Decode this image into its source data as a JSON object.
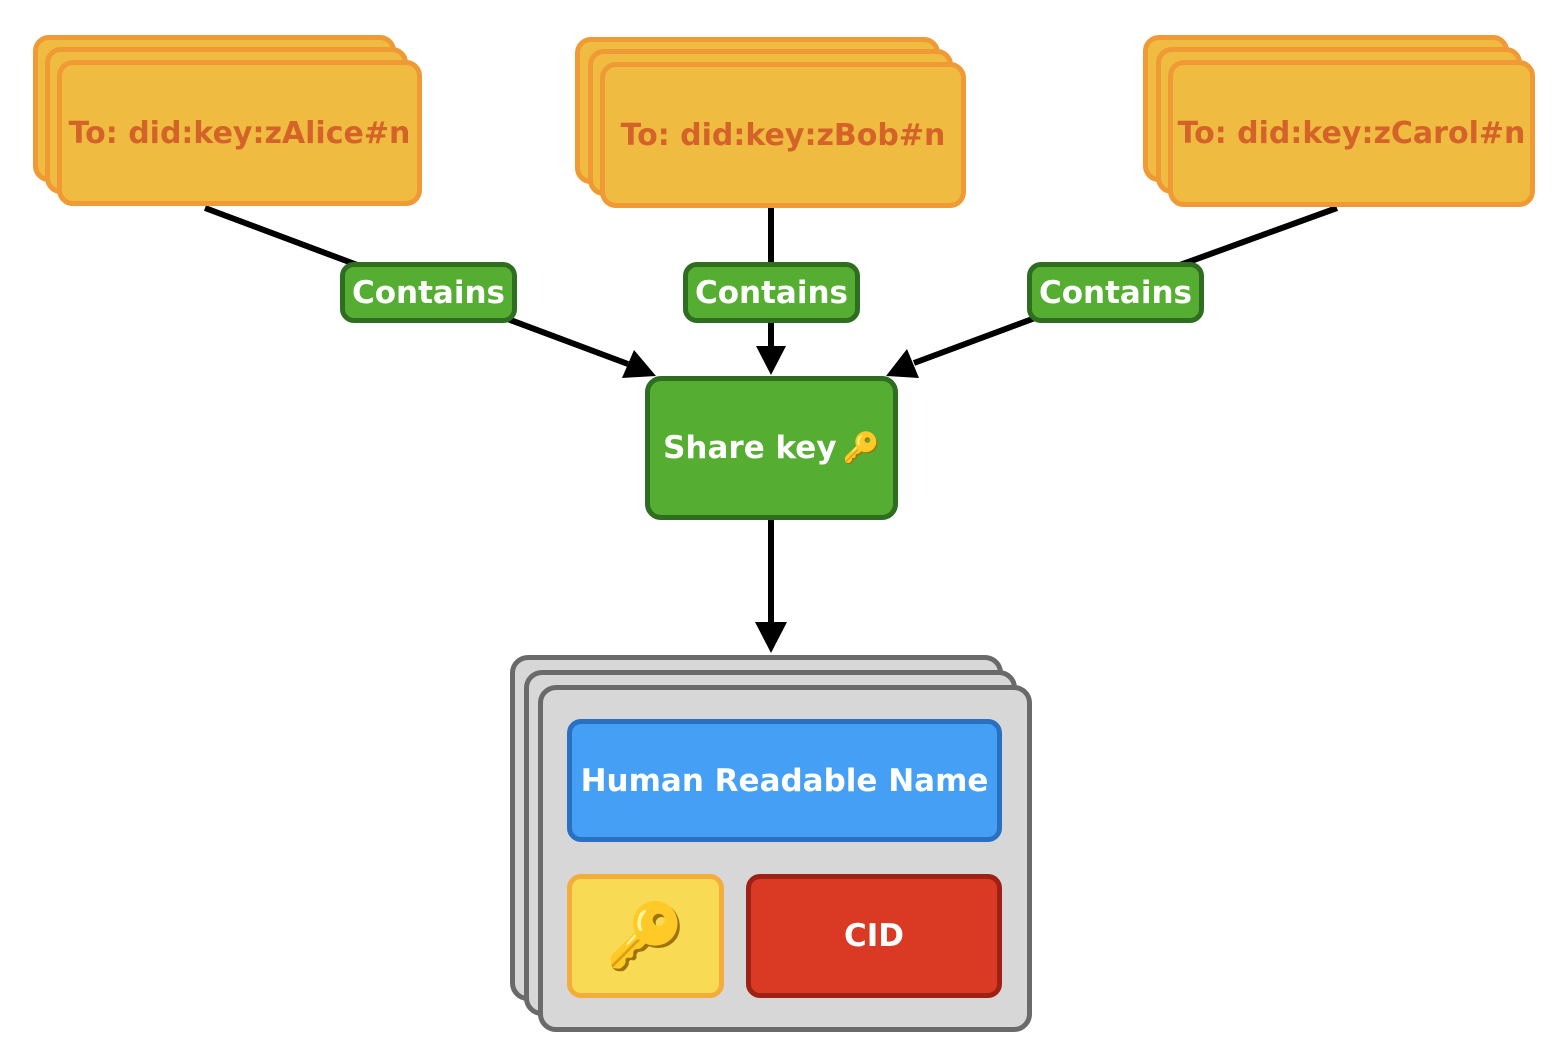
{
  "recipients": [
    {
      "label": "To: did:key:zAlice#n"
    },
    {
      "label": "To: did:key:zBob#n"
    },
    {
      "label": "To: did:key:zCarol#n"
    }
  ],
  "edge_labels": [
    "Contains",
    "Contains",
    "Contains"
  ],
  "share_key": {
    "label": "Share key",
    "icon": "key-icon",
    "glyph": "🔑"
  },
  "record": {
    "name_label": "Human Readable Name",
    "key_icon": "key-icon",
    "key_glyph": "🔑",
    "cid_label": "CID"
  },
  "colors": {
    "envelope_fill": "#efbb40",
    "envelope_border": "#f09a35",
    "envelope_text": "#d4632a",
    "contains_fill": "#55ae31",
    "contains_border": "#2f6d20",
    "record_fill": "#d7d7d7",
    "record_border": "#6a6a6a",
    "name_fill": "#459ff5",
    "key_fill": "#f8da55",
    "cid_fill": "#da3a24",
    "arrow": "#000000"
  }
}
